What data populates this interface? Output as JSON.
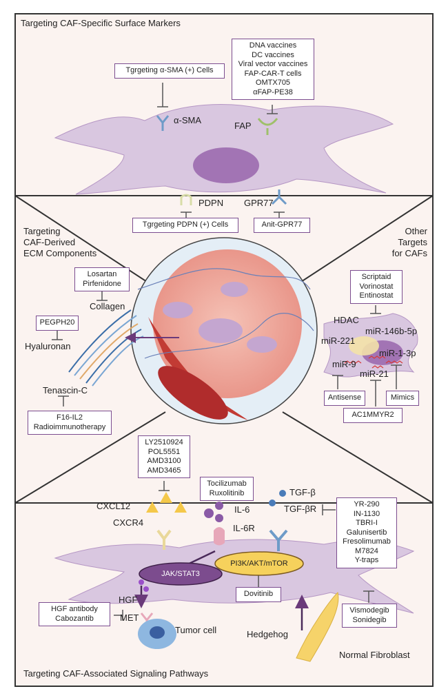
{
  "sections": {
    "top_title": "Targeting CAF-Specific Surface Markers",
    "left_title": [
      "Targeting",
      "CAF-Derived",
      "ECM Components"
    ],
    "right_title": [
      "Other",
      "Targets",
      "for CAFs"
    ],
    "bottom_title": "Targeting CAF-Associated Signaling Pathways"
  },
  "top": {
    "asma_box": "Tgrgeting α-SMA (+) Cells",
    "asma_label": "α-SMA",
    "fap_label": "FAP",
    "fap_box": [
      "DNA vaccines",
      "DC vaccines",
      "Viral vector vaccines",
      "FAP-CAR-T cells",
      "OMTX705",
      "αFAP-PE38"
    ],
    "pdpn_label": "PDPN",
    "pdpn_box": "Tgrgeting PDPN (+) Cells",
    "gpr77_label": "GPR77",
    "gpr77_box": "Anit-GPR77"
  },
  "left": {
    "collagen_box": [
      "Losartan",
      "Pirfenidone"
    ],
    "collagen_label": "Collagen",
    "hyaluronan_box": "PEGPH20",
    "hyaluronan_label": "Hyaluronan",
    "tenascin_label": "Tenascin-C",
    "tenascin_box": [
      "F16-IL2",
      "Radioimmunotherapy"
    ]
  },
  "right": {
    "hdac_box": [
      "Scriptaid",
      "Vorinostat",
      "Entinostat"
    ],
    "hdac_label": "HDAC",
    "mir221": "miR-221",
    "mir146": "miR-146b-5p",
    "mir9": "miR-9",
    "mir13p": "miR-1-3p",
    "mir21": "miR-21",
    "antisense_box": "Antisense",
    "mimics_box": "Mimics",
    "ac1_box": "AC1MMYR2"
  },
  "bottom": {
    "cxcl_box": [
      "LY2510924",
      "POL5551",
      "AMD3100",
      "AMD3465"
    ],
    "cxcl12": "CXCL12",
    "cxcr4": "CXCR4",
    "il6_box": [
      "Tocilizumab",
      "Ruxolitinib"
    ],
    "il6": "IL-6",
    "il6r": "IL-6R",
    "tgfb": "TGF-β",
    "tgfbr": "TGF-βR",
    "tgf_box": [
      "YR-290",
      "IN-1130",
      "TBRI-I",
      "Galunisertib",
      "Fresolimumab",
      "M7824",
      "Y-traps"
    ],
    "jak": "JAK/STAT3",
    "pi3k": "PI3K/AKT/mTOR",
    "dovitinib_box": "Dovitinib",
    "hgf": "HGF",
    "met": "MET",
    "hgf_box": [
      "HGF antibody",
      "Cabozantib"
    ],
    "tumor": "Tumor cell",
    "hedgehog": "Hedgehog",
    "hh_box": [
      "Vismodegib",
      "Sonidegib"
    ],
    "normal": "Normal Fibroblast"
  },
  "colors": {
    "border": "#7b4c8f",
    "cell": "#d9c7e0",
    "nucleus": "#a274b4",
    "panel": "#fbf1ee"
  }
}
